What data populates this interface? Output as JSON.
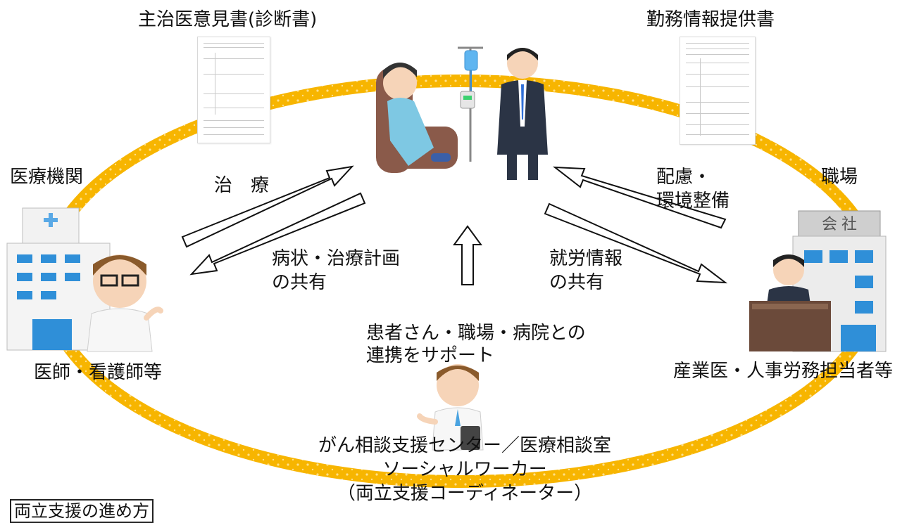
{
  "documents": {
    "doctor_opinion_label": "主治医意見書(診断書)",
    "work_info_label": "勤務情報提供書"
  },
  "nodes": {
    "medical_institution": "医療機関",
    "workplace": "職場",
    "doctor_nurse": "医師・看護師等",
    "occupational_staff": "産業医・人事労務担当者等"
  },
  "arrows": {
    "treatment": "治　療",
    "condition_share_line1": "病状・治療計画",
    "condition_share_line2": "の共有",
    "consideration_line1": "配慮・",
    "consideration_line2": "環境整備",
    "work_info_line1": "就労情報",
    "work_info_line2": "の共有"
  },
  "support": {
    "line1": "患者さん・職場・病院との",
    "line2": "連携をサポート"
  },
  "center_name": {
    "line1": "がん相談支援センター／医療相談室",
    "line2": "ソーシャルワーカー",
    "line3": "（両立支援コーディネーター）"
  },
  "footer_label": "両立支援の進め方",
  "building_sign": "会 社",
  "colors": {
    "ring": "#f7b500",
    "ring_dots": "#ffe08a",
    "arrow_stroke": "#111111",
    "arrow_fill": "#ffffff",
    "building_blue": "#2f8fd8",
    "patient_gown": "#7ec8e3",
    "chair": "#8a5a4a",
    "suit": "#2b3445"
  }
}
